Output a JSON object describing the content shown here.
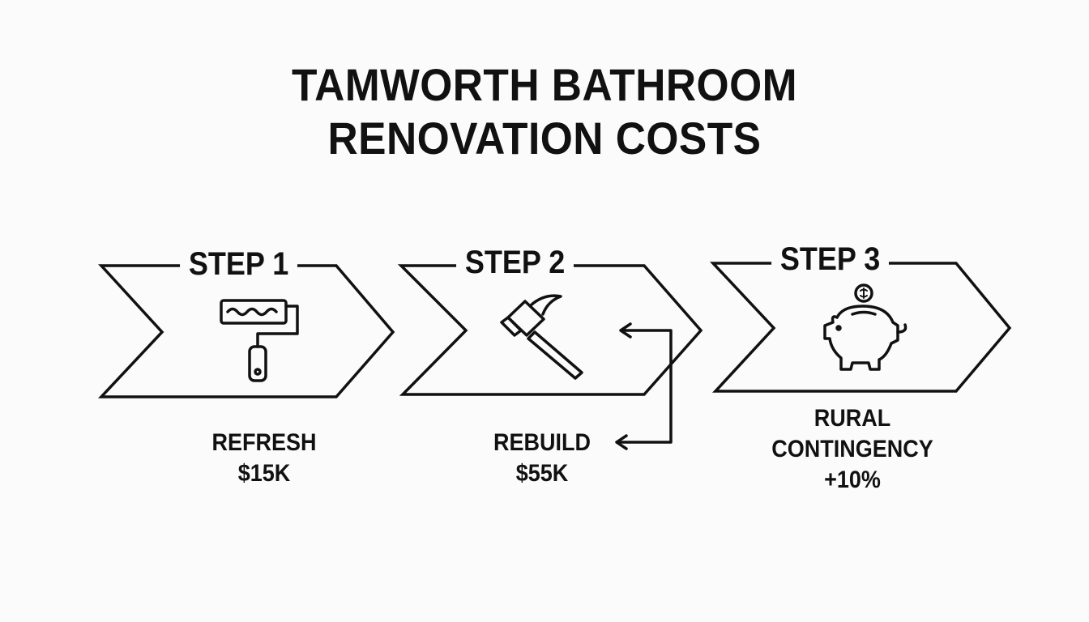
{
  "title": {
    "line1": "TAMWORTH BATHROOM",
    "line2": "RENOVATION COSTS"
  },
  "steps": [
    {
      "label": "STEP 1",
      "icon": "paint-roller-icon",
      "caption": [
        "REFRESH",
        "$15K"
      ]
    },
    {
      "label": "STEP 2",
      "icon": "hammer-icon",
      "caption": [
        "REBUILD",
        "$55K"
      ]
    },
    {
      "label": "STEP 3",
      "icon": "piggy-bank-icon",
      "caption": [
        "RURAL",
        "CONTINGENCY",
        "+10%"
      ]
    }
  ],
  "colors": {
    "stroke": "#111111",
    "background": "#fbfbfb"
  }
}
